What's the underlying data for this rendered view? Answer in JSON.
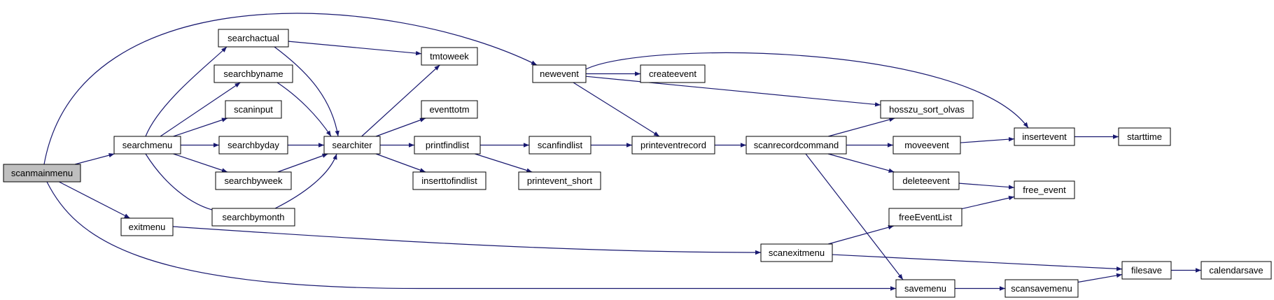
{
  "graph": {
    "root": "scanmainmenu",
    "colors": {
      "edge": "#191970",
      "root_fill": "#bfbfbf",
      "node_fill": "#ffffff",
      "border": "#000000"
    },
    "nodes": [
      {
        "id": "scanmainmenu",
        "label": "scanmainmenu"
      },
      {
        "id": "searchmenu",
        "label": "searchmenu"
      },
      {
        "id": "exitmenu",
        "label": "exitmenu"
      },
      {
        "id": "searchactual",
        "label": "searchactual"
      },
      {
        "id": "searchbyname",
        "label": "searchbyname"
      },
      {
        "id": "scaninput",
        "label": "scaninput"
      },
      {
        "id": "searchbyday",
        "label": "searchbyday"
      },
      {
        "id": "searchbyweek",
        "label": "searchbyweek"
      },
      {
        "id": "searchbymonth",
        "label": "searchbymonth"
      },
      {
        "id": "searchiter",
        "label": "searchiter"
      },
      {
        "id": "tmtoweek",
        "label": "tmtoweek"
      },
      {
        "id": "eventtotm",
        "label": "eventtotm"
      },
      {
        "id": "printfindlist",
        "label": "printfindlist"
      },
      {
        "id": "inserttofindlist",
        "label": "inserttofindlist"
      },
      {
        "id": "scanfindlist",
        "label": "scanfindlist"
      },
      {
        "id": "printevent_short",
        "label": "printevent_short"
      },
      {
        "id": "newevent",
        "label": "newevent"
      },
      {
        "id": "createevent",
        "label": "createevent"
      },
      {
        "id": "printeventrecord",
        "label": "printeventrecord"
      },
      {
        "id": "scanrecordcommand",
        "label": "scanrecordcommand"
      },
      {
        "id": "hosszu_sort_olvas",
        "label": "hosszu_sort_olvas"
      },
      {
        "id": "moveevent",
        "label": "moveevent"
      },
      {
        "id": "deleteevent",
        "label": "deleteevent"
      },
      {
        "id": "insertevent",
        "label": "insertevent"
      },
      {
        "id": "starttime",
        "label": "starttime"
      },
      {
        "id": "free_event",
        "label": "free_event"
      },
      {
        "id": "freeEventList",
        "label": "freeEventList"
      },
      {
        "id": "scanexitmenu",
        "label": "scanexitmenu"
      },
      {
        "id": "filesave",
        "label": "filesave"
      },
      {
        "id": "calendarsave",
        "label": "calendarsave"
      },
      {
        "id": "savemenu",
        "label": "savemenu"
      },
      {
        "id": "scansavemenu",
        "label": "scansavemenu"
      }
    ],
    "edges": [
      {
        "from": "scanmainmenu",
        "to": "searchmenu"
      },
      {
        "from": "scanmainmenu",
        "to": "exitmenu"
      },
      {
        "from": "scanmainmenu",
        "to": "newevent"
      },
      {
        "from": "scanmainmenu",
        "to": "savemenu"
      },
      {
        "from": "searchmenu",
        "to": "searchactual"
      },
      {
        "from": "searchmenu",
        "to": "searchbyname"
      },
      {
        "from": "searchmenu",
        "to": "scaninput"
      },
      {
        "from": "searchmenu",
        "to": "searchbyday"
      },
      {
        "from": "searchmenu",
        "to": "searchbyweek"
      },
      {
        "from": "searchmenu",
        "to": "searchbymonth"
      },
      {
        "from": "searchactual",
        "to": "tmtoweek"
      },
      {
        "from": "searchactual",
        "to": "searchiter"
      },
      {
        "from": "searchbyname",
        "to": "searchiter"
      },
      {
        "from": "searchbyday",
        "to": "searchiter"
      },
      {
        "from": "searchbyweek",
        "to": "searchiter"
      },
      {
        "from": "searchbymonth",
        "to": "searchiter"
      },
      {
        "from": "searchiter",
        "to": "tmtoweek"
      },
      {
        "from": "searchiter",
        "to": "eventtotm"
      },
      {
        "from": "searchiter",
        "to": "printfindlist"
      },
      {
        "from": "searchiter",
        "to": "inserttofindlist"
      },
      {
        "from": "printfindlist",
        "to": "scanfindlist"
      },
      {
        "from": "printfindlist",
        "to": "printevent_short"
      },
      {
        "from": "scanfindlist",
        "to": "printeventrecord"
      },
      {
        "from": "newevent",
        "to": "createevent"
      },
      {
        "from": "newevent",
        "to": "printeventrecord"
      },
      {
        "from": "newevent",
        "to": "hosszu_sort_olvas"
      },
      {
        "from": "newevent",
        "to": "insertevent"
      },
      {
        "from": "printeventrecord",
        "to": "scanrecordcommand"
      },
      {
        "from": "scanrecordcommand",
        "to": "hosszu_sort_olvas"
      },
      {
        "from": "scanrecordcommand",
        "to": "moveevent"
      },
      {
        "from": "scanrecordcommand",
        "to": "deleteevent"
      },
      {
        "from": "scanrecordcommand",
        "to": "savemenu"
      },
      {
        "from": "moveevent",
        "to": "insertevent"
      },
      {
        "from": "insertevent",
        "to": "starttime"
      },
      {
        "from": "deleteevent",
        "to": "free_event"
      },
      {
        "from": "freeEventList",
        "to": "free_event"
      },
      {
        "from": "exitmenu",
        "to": "scanexitmenu"
      },
      {
        "from": "scanexitmenu",
        "to": "freeEventList"
      },
      {
        "from": "scanexitmenu",
        "to": "filesave"
      },
      {
        "from": "filesave",
        "to": "calendarsave"
      },
      {
        "from": "savemenu",
        "to": "scansavemenu"
      },
      {
        "from": "scansavemenu",
        "to": "filesave"
      }
    ]
  }
}
